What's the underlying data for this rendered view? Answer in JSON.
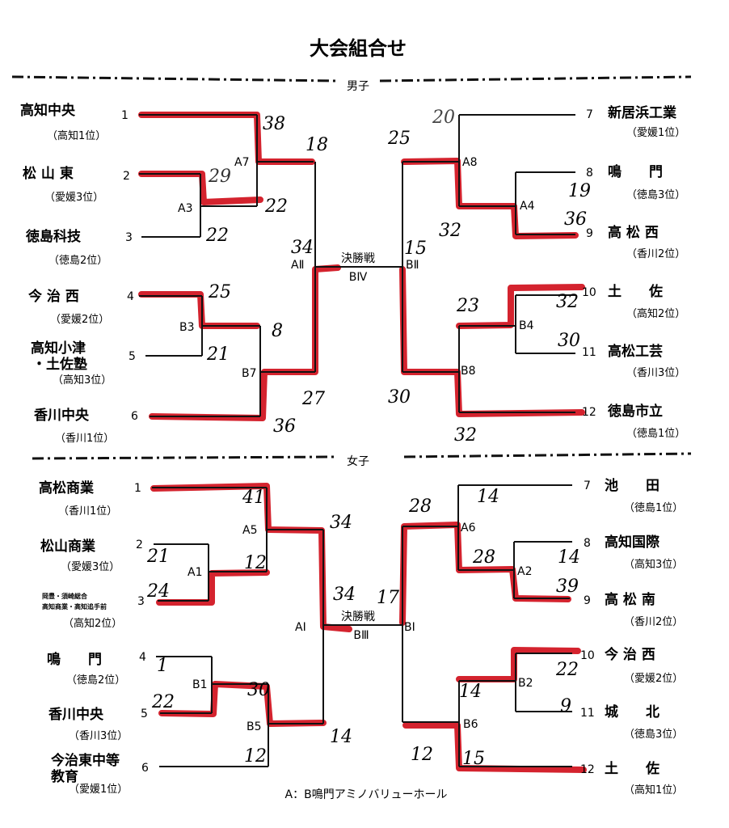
{
  "title": "大会組合せ",
  "boys": {
    "label": "男子",
    "final_label": "決勝戦",
    "final_code": "BⅣ",
    "match_labels": {
      "A7": "A7",
      "A3": "A3",
      "B3": "B3",
      "B7": "B7",
      "AII": "AⅡ",
      "A8": "A8",
      "A4": "A4",
      "B4": "B4",
      "B8": "B8",
      "BII": "BⅡ"
    },
    "teams": [
      {
        "seed": "1",
        "name": "高知中央",
        "rank": "（高知1位）"
      },
      {
        "seed": "2",
        "name": "松 山 東",
        "rank": "（愛媛3位）"
      },
      {
        "seed": "3",
        "name": "徳島科技",
        "rank": "（徳島2位）"
      },
      {
        "seed": "4",
        "name": "今 治 西",
        "rank": "（愛媛2位）"
      },
      {
        "seed": "5",
        "name": "高知小津",
        "name2": "・土佐塾",
        "rank": "（高知3位）"
      },
      {
        "seed": "6",
        "name": "香川中央",
        "rank": "（香川1位）"
      },
      {
        "seed": "7",
        "name": "新居浜工業",
        "rank": "（愛媛1位）"
      },
      {
        "seed": "8",
        "name": "鳴　　門",
        "rank": "（徳島3位）"
      },
      {
        "seed": "9",
        "name": "高 松 西",
        "rank": "（香川2位）"
      },
      {
        "seed": "10",
        "name": "土　　佐",
        "rank": "（高知2位）"
      },
      {
        "seed": "11",
        "name": "高松工芸",
        "rank": "（香川3位）"
      },
      {
        "seed": "12",
        "name": "徳島市立",
        "rank": "（徳島1位）"
      }
    ],
    "scores": [
      "38",
      "18",
      "29",
      "22",
      "22",
      "34",
      "25",
      "8",
      "21",
      "27",
      "36",
      "25",
      "20",
      "32",
      "19",
      "36",
      "15",
      "23",
      "32",
      "30",
      "30",
      "32"
    ]
  },
  "girls": {
    "label": "女子",
    "final_label": "決勝戦",
    "final_code": "BⅢ",
    "match_labels": {
      "A5": "A5",
      "A1": "A1",
      "B1": "B1",
      "B5": "B5",
      "AI": "AⅠ",
      "A6": "A6",
      "A2": "A2",
      "B2": "B2",
      "B6": "B6",
      "BI": "BⅠ"
    },
    "teams": [
      {
        "seed": "1",
        "name": "高松商業",
        "rank": "（香川1位）"
      },
      {
        "seed": "2",
        "name": "松山商業",
        "rank": "（愛媛3位）"
      },
      {
        "seed": "3",
        "name": "岡豊・須崎総合",
        "name2": "高知商業・高知追手前",
        "rank": "（高知2位）"
      },
      {
        "seed": "4",
        "name": "鳴　　門",
        "rank": "（徳島2位）"
      },
      {
        "seed": "5",
        "name": "香川中央",
        "rank": "（香川3位）"
      },
      {
        "seed": "6",
        "name": "今治東中等",
        "name2": "教育",
        "rank": "（愛媛1位）"
      },
      {
        "seed": "7",
        "name": "池　　田",
        "rank": "（徳島1位）"
      },
      {
        "seed": "8",
        "name": "高知国際",
        "rank": "（高知3位）"
      },
      {
        "seed": "9",
        "name": "高 松 南",
        "rank": "（香川2位）"
      },
      {
        "seed": "10",
        "name": "今 治 西",
        "rank": "（愛媛2位）"
      },
      {
        "seed": "11",
        "name": "城　　北",
        "rank": "（徳島3位）"
      },
      {
        "seed": "12",
        "name": "土　　佐",
        "rank": "（高知1位）"
      }
    ],
    "scores": [
      "41",
      "34",
      "21",
      "12",
      "24",
      "34",
      "17",
      "1",
      "30",
      "22",
      "14",
      "12",
      "28",
      "14",
      "28",
      "14",
      "39",
      "14",
      "22",
      "9",
      "12",
      "15"
    ]
  },
  "venue_note": "A：B鳴門アミノバリューホール",
  "colors": {
    "winner_path": "#d0101c",
    "line": "#111111"
  }
}
